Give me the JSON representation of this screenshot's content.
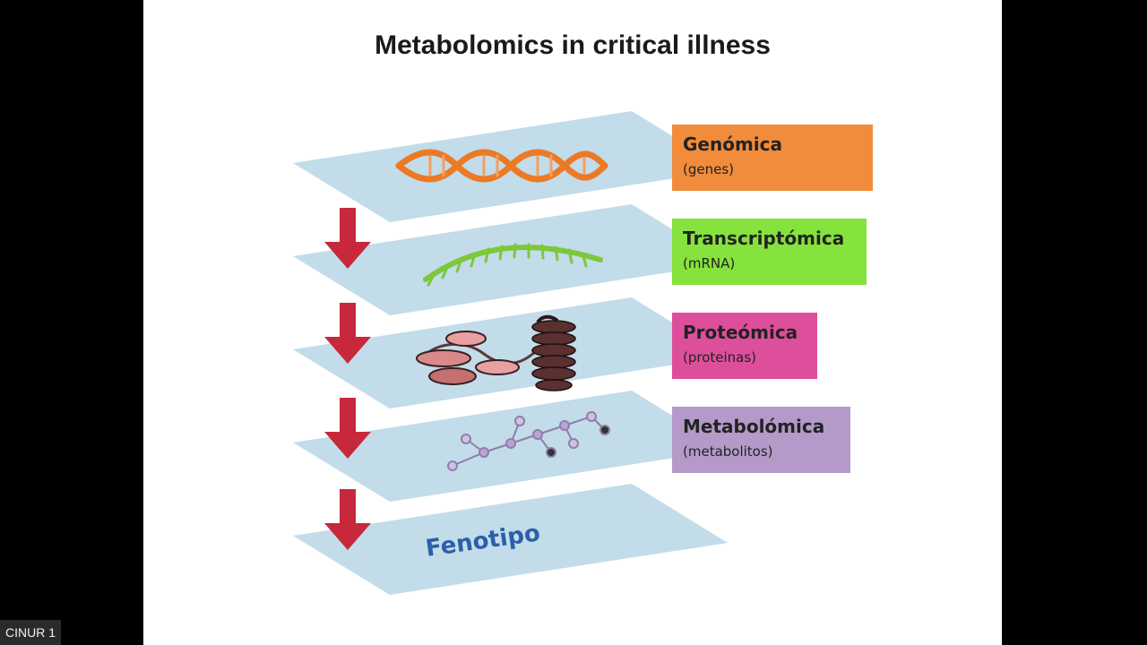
{
  "slide": {
    "title": "Metabolomics in critical illness",
    "layers": [
      {
        "name": "Genómica",
        "sub": "(genes)",
        "color": "#f08c3c",
        "icon": "dna-double-helix-icon"
      },
      {
        "name": "Transcriptómica",
        "sub": "(mRNA)",
        "color": "#86e23c",
        "icon": "mrna-strand-icon"
      },
      {
        "name": "Proteómica",
        "sub": "(proteinas)",
        "color": "#dd4f9a",
        "icon": "protein-structure-icon"
      },
      {
        "name": "Metabolómica",
        "sub": "(metabolitos)",
        "color": "#b39ac8",
        "icon": "metabolite-molecule-icon"
      }
    ],
    "phenotype_label": "Fenotipo",
    "arrow_color": "#c8283c",
    "plane_color": "#c2dcea"
  },
  "participant": {
    "name": "CINUR 1"
  }
}
